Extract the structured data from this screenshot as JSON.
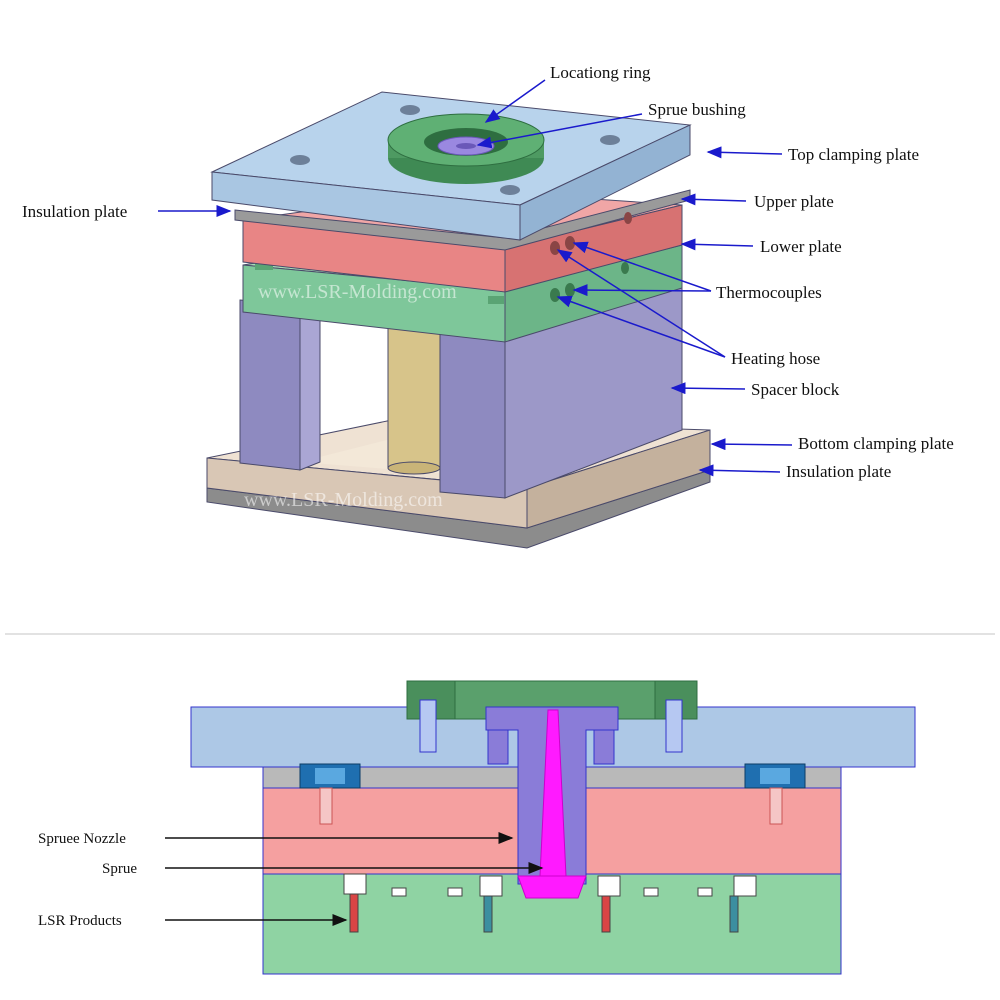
{
  "top_view": {
    "labels": {
      "locating_ring": "Locationg ring",
      "sprue_bushing": "Sprue bushing",
      "top_clamping_plate": "Top clamping plate",
      "insulation_plate_top": "Insulation plate",
      "upper_plate": "Upper plate",
      "lower_plate": "Lower plate",
      "thermocouples": "Thermocouples",
      "heating_hose": "Heating hose",
      "spacer_block": "Spacer block",
      "bottom_clamping_plate": "Bottom clamping plate",
      "insulation_plate_bottom": "Insulation plate"
    },
    "watermark_1": "www.LSR-Molding.com",
    "watermark_2": "www.LSR-Molding.com"
  },
  "section_view": {
    "labels": {
      "spruee_nozzle": "Spruee Nozzle",
      "sprue": "Sprue",
      "lsr_products": "LSR Products"
    }
  },
  "colors": {
    "top_clamping_plate": "#a9c6e2",
    "upper_plate": "#e88585",
    "lower_plate": "#7ec79a",
    "spacer_block": "#9c98c8",
    "bottom_clamping_plate": "#d9c7b5",
    "insulation_plate": "#9a9a9a",
    "locating_ring": "#4e9a62",
    "sprue": "#ff1aff",
    "arrow": "#1a1acc"
  }
}
